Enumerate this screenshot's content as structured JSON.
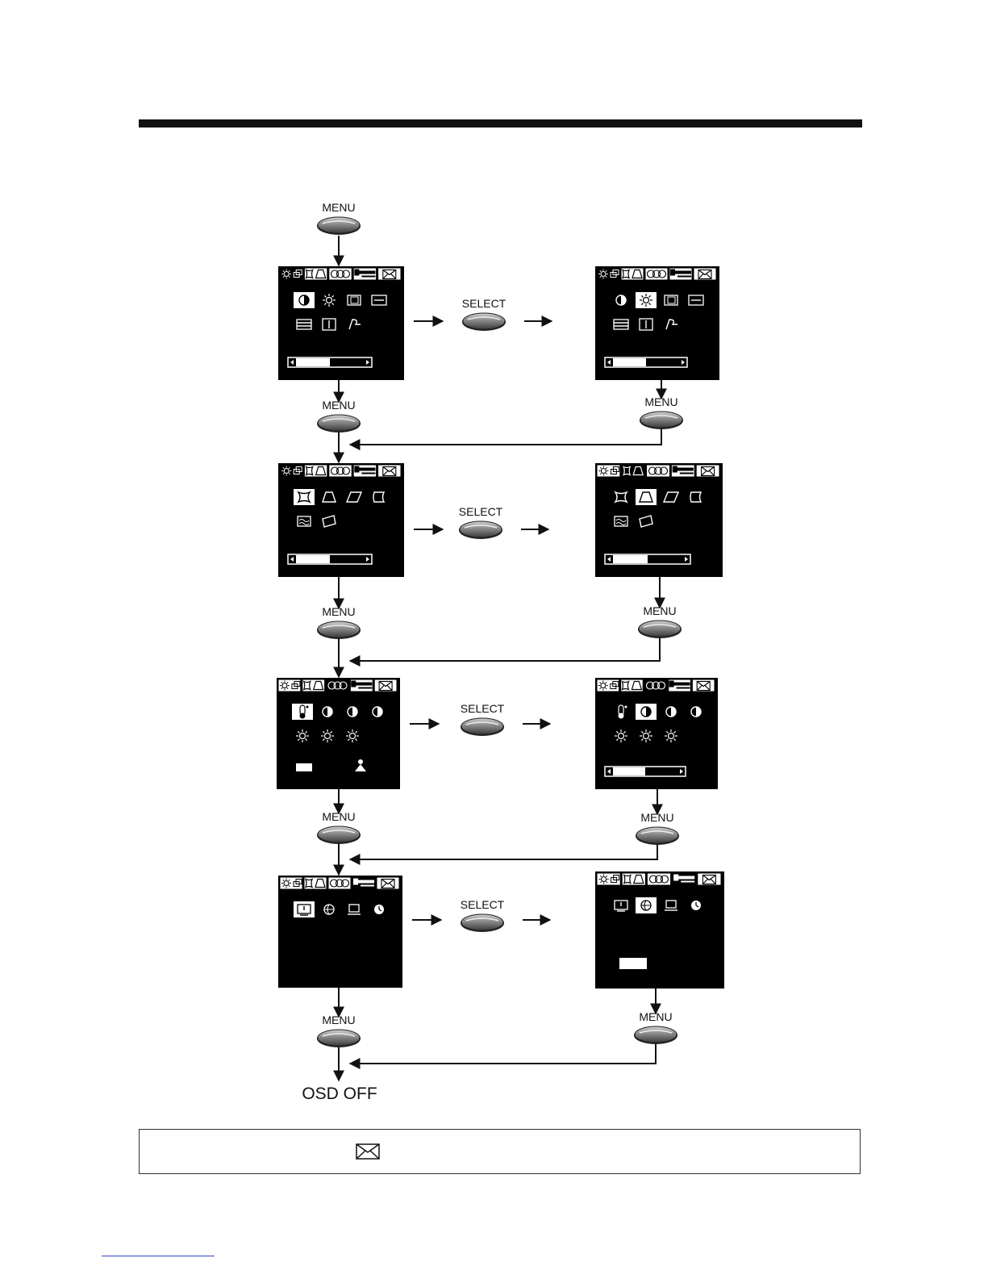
{
  "buttons": {
    "menu_label": "MENU",
    "select_label": "SELECT"
  },
  "end_label": "OSD OFF",
  "colors": {
    "screen": "#000000",
    "button": "#8a8a8a",
    "ink": "#111111"
  },
  "menus": [
    {
      "level": 1,
      "tab_icons": [
        "sun-window-icon",
        "trapezoid-icon",
        "color-circles-icon",
        "wrench-icon",
        "envelope-icon"
      ],
      "left": {
        "active_tab": 0,
        "icons": [
          [
            "contrast-icon",
            "brightness-icon",
            "h-size-icon",
            "h-position-icon"
          ],
          [
            "v-size-icon",
            "v-position-icon",
            "degauss-icon"
          ]
        ],
        "selected": 0,
        "bar_level": 0.5
      },
      "right": {
        "active_tab": 0,
        "icons": [
          [
            "contrast-icon",
            "brightness-icon",
            "h-size-icon",
            "h-position-icon"
          ],
          [
            "v-size-icon",
            "v-position-icon",
            "degauss-icon"
          ]
        ],
        "selected": 1,
        "bar_level": 0.5
      }
    },
    {
      "level": 2,
      "tab_icons": [
        "sun-window-icon",
        "trapezoid-icon",
        "color-circles-icon",
        "wrench-icon",
        "envelope-icon"
      ],
      "left": {
        "active_tab": 0,
        "icons": [
          [
            "pincushion-icon",
            "trapezoid-icon",
            "parallelogram-icon",
            "pin-balance-icon"
          ],
          [
            "moire-icon",
            "rotation-icon"
          ]
        ],
        "selected": 0,
        "bar_level": 0.5
      },
      "right": {
        "active_tab": 1,
        "icons": [
          [
            "pincushion-icon",
            "trapezoid-icon",
            "parallelogram-icon",
            "pin-balance-icon"
          ],
          [
            "moire-icon",
            "rotation-icon"
          ]
        ],
        "selected": 1,
        "bar_level": 0.5
      }
    },
    {
      "level": 3,
      "tab_icons": [
        "sun-window-icon",
        "trapezoid-icon",
        "color-circles-icon",
        "wrench-icon",
        "envelope-icon"
      ],
      "left": {
        "active_tab": 2,
        "icons": [
          [
            "color-temp-icon",
            "red-gain-icon",
            "green-gain-icon",
            "blue-gain-icon"
          ],
          [
            "red-bias-icon",
            "green-bias-icon",
            "blue-bias-icon"
          ]
        ],
        "selected": 0,
        "status": "preset"
      },
      "right": {
        "active_tab": 2,
        "icons": [
          [
            "color-temp-icon",
            "red-gain-icon",
            "green-gain-icon",
            "blue-gain-icon"
          ],
          [
            "red-bias-icon",
            "green-bias-icon",
            "blue-bias-icon"
          ]
        ],
        "selected": 1,
        "bar_level": 0.5
      }
    },
    {
      "level": 4,
      "tab_icons": [
        "sun-window-icon",
        "trapezoid-icon",
        "color-circles-icon",
        "wrench-icon",
        "envelope-icon"
      ],
      "left": {
        "active_tab": 3,
        "icons": [
          [
            "recall-icon",
            "language-icon",
            "osd-position-icon",
            "osd-timer-icon"
          ]
        ],
        "selected": 0
      },
      "right": {
        "active_tab": 3,
        "icons": [
          [
            "recall-icon",
            "language-icon",
            "osd-position-icon",
            "osd-timer-icon"
          ]
        ],
        "selected": 1,
        "status": "value-box"
      }
    }
  ],
  "note": {
    "icon": "envelope-icon"
  }
}
